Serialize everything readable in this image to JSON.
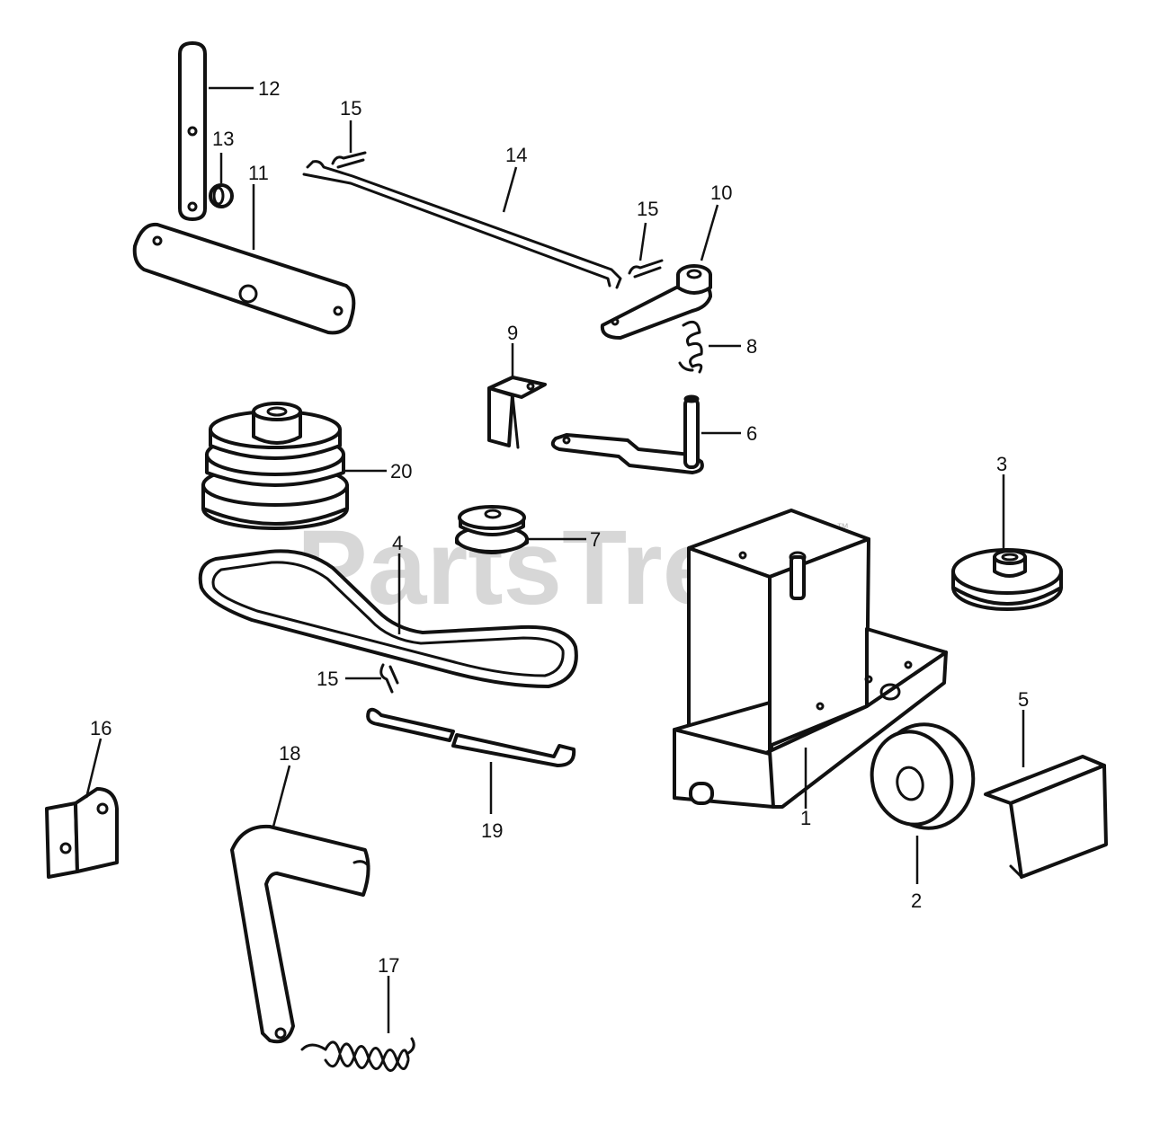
{
  "watermark": {
    "text": "PartsTree",
    "trademark": "™"
  },
  "callouts": {
    "c1": "1",
    "c2": "2",
    "c3": "3",
    "c4": "4",
    "c5": "5",
    "c6": "6",
    "c7": "7",
    "c8": "8",
    "c9": "9",
    "c10": "10",
    "c11": "11",
    "c12": "12",
    "c13": "13",
    "c14": "14",
    "c15a": "15",
    "c15b": "15",
    "c15c": "15",
    "c16": "16",
    "c17": "17",
    "c18": "18",
    "c19": "19",
    "c20": "20"
  },
  "colors": {
    "line": "#111111",
    "watermark": "#b8b8b8",
    "background": "#ffffff"
  }
}
